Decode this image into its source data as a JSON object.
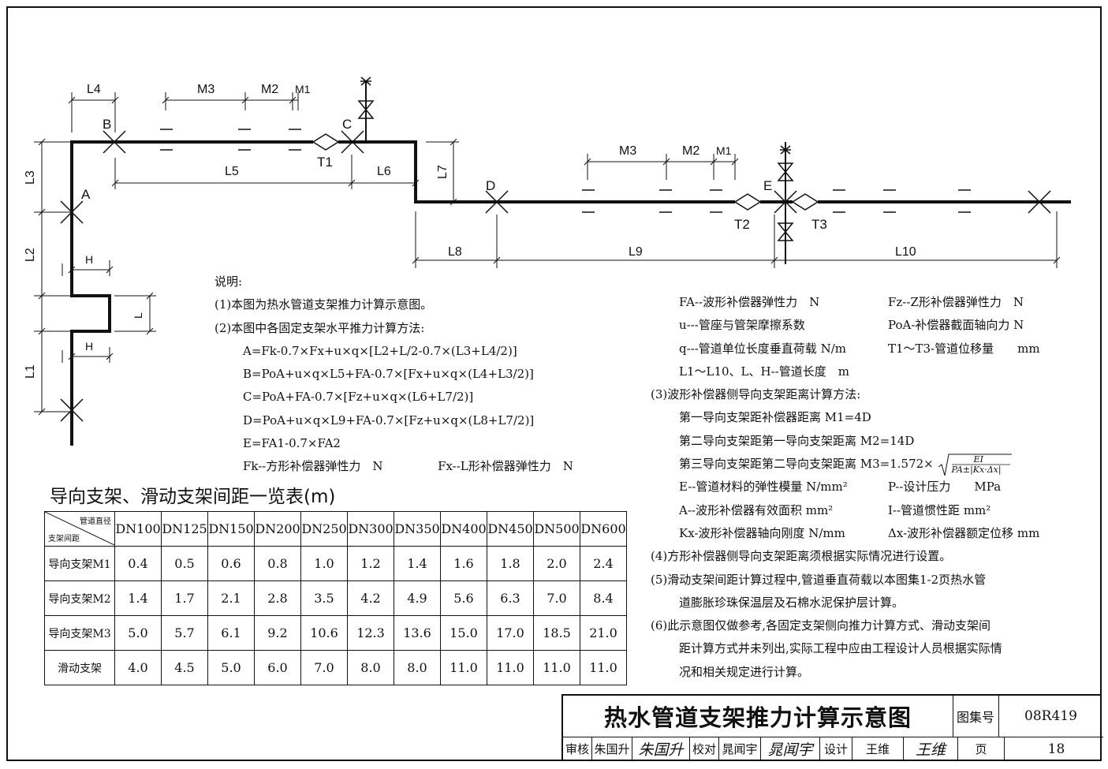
{
  "diagram": {
    "points": [
      "A",
      "B",
      "C",
      "D",
      "E"
    ],
    "dimensions": {
      "l1": "L1",
      "l2": "L2",
      "l3": "L3",
      "l4": "L4",
      "l5": "L5",
      "l6": "L6",
      "l7": "L7",
      "l8": "L8",
      "l9": "L9",
      "l10": "L10",
      "m1": "M1",
      "m2": "M2",
      "m3": "M3",
      "h": "H",
      "l": "L"
    },
    "compensators": [
      "T1",
      "T2",
      "T3"
    ]
  },
  "notes_left": {
    "heading": "说明:",
    "n1": "(1)本图为热水管道支架推力计算示意图。",
    "n2": "(2)本图中各固定支架水平推力计算方法:",
    "fA": "A=Fk-0.7×Fx+u×q×[L2+L/2-0.7×(L3+L4/2)]",
    "fB": "B=PoA+u×q×L5+FA-0.7×[Fx+u×q×(L4+L3/2)]",
    "fC": "C=PoA+FA-0.7×[Fz+u×q×(L6+L7/2)]",
    "fD": "D=PoA+u×q×L9+FA-0.7×[Fz+u×q×(L8+L7/2)]",
    "fE": "E=FA1-0.7×FA2",
    "fk": "Fk--方形补偿器弹性力　N",
    "fx": "Fx--L形补偿器弹性力　N"
  },
  "notes_right": {
    "fa": "FA--波形补偿器弹性力　N",
    "fz": "Fz--Z形补偿器弹性力　N",
    "u": "u---管座与管架摩擦系数",
    "poa": "PoA-补偿器截面轴向力 N",
    "q": "q---管道单位长度垂直荷载 N/m",
    "t": "T1～T3-管道位移量　　mm",
    "len": "L1～L10、L、H--管道长度　m",
    "n3": "(3)波形补偿器侧导向支架距离计算方法:",
    "m1": "第一导向支架距补偿器距离 M1=4D",
    "m2": "第二导向支架距第一导向支架距离 M2=14D",
    "m3": "第三导向支架距第二导向支架距离 M3=1.572×",
    "m3_num": "EI",
    "m3_den": "PA±|Kx·Δx|",
    "e": "E--管道材料的弹性模量 N/mm²",
    "p": "P--设计压力　　MPa",
    "a": "A--波形补偿器有效面积 mm²",
    "i": "I--管道惯性距 mm²",
    "kx": "Kx-波形补偿器轴向刚度 N/mm",
    "dx": "Δx-波形补偿器额定位移 mm",
    "n4": "(4)方形补偿器侧导向支架距离须根据实际情况进行设置。",
    "n5a": "(5)滑动支架间距计算过程中,管道垂直荷载以本图集1-2页热水管",
    "n5b": "道膨胀珍珠保温层及石棉水泥保护层计算。",
    "n6a": "(6)此示意图仅做参考,各固定支架侧向推力计算方式、滑动支架间",
    "n6b": "距计算方式并未列出,实际工程中应由工程设计人员根据实际情",
    "n6c": "况和相关规定进行计算。"
  },
  "table": {
    "title": "导向支架、滑动支架间距一览表(m)",
    "corner_top": "管道直径",
    "corner_bottom": "支架间距",
    "headers": [
      "DN100",
      "DN125",
      "DN150",
      "DN200",
      "DN250",
      "DN300",
      "DN350",
      "DN400",
      "DN450",
      "DN500",
      "DN600"
    ],
    "rows": [
      {
        "label": "导向支架M1",
        "values": [
          "0.4",
          "0.5",
          "0.6",
          "0.8",
          "1.0",
          "1.2",
          "1.4",
          "1.6",
          "1.8",
          "2.0",
          "2.4"
        ]
      },
      {
        "label": "导向支架M2",
        "values": [
          "1.4",
          "1.7",
          "2.1",
          "2.8",
          "3.5",
          "4.2",
          "4.9",
          "5.6",
          "6.3",
          "7.0",
          "8.4"
        ]
      },
      {
        "label": "导向支架M3",
        "values": [
          "5.0",
          "5.7",
          "6.1",
          "9.2",
          "10.6",
          "12.3",
          "13.6",
          "15.0",
          "17.0",
          "18.5",
          "21.0"
        ]
      },
      {
        "label": "滑动支架",
        "values": [
          "4.0",
          "4.5",
          "5.0",
          "6.0",
          "7.0",
          "8.0",
          "8.0",
          "11.0",
          "11.0",
          "11.0",
          "11.0"
        ]
      }
    ]
  },
  "titleblock": {
    "title": "热水管道支架推力计算示意图",
    "atlas_label": "图集号",
    "atlas_no": "08R419",
    "review_label": "审核",
    "reviewer": "朱国升",
    "reviewer_sig": "朱国升",
    "check_label": "校对",
    "checker": "晁闻宇",
    "checker_sig": "晁闻宇",
    "design_label": "设计",
    "designer": "王维",
    "designer_sig": "王维",
    "page_label": "页",
    "page_no": "18"
  }
}
